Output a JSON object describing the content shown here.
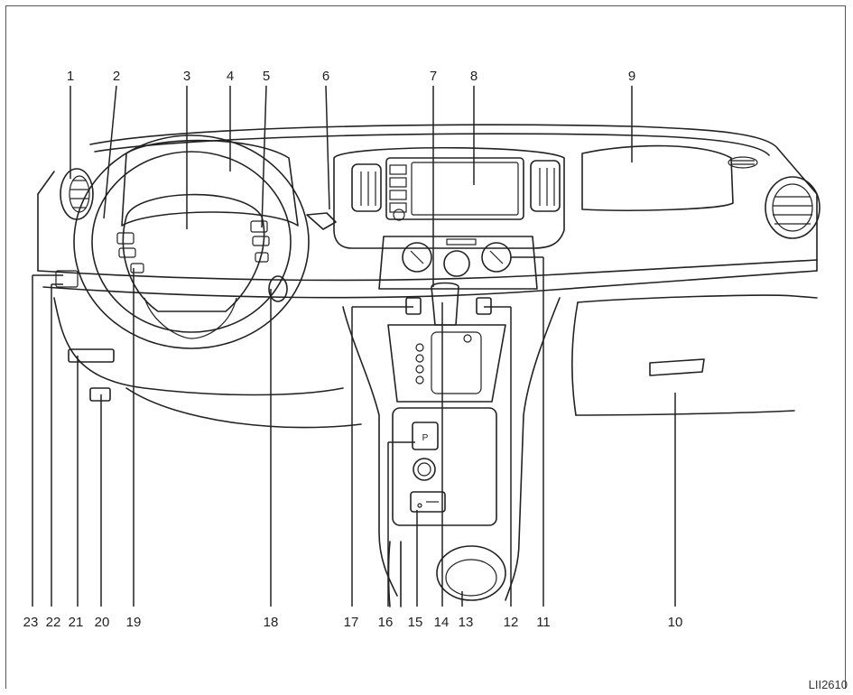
{
  "figure_code": "LII2610",
  "callouts": [
    {
      "n": "1"
    },
    {
      "n": "2"
    },
    {
      "n": "3"
    },
    {
      "n": "4"
    },
    {
      "n": "5"
    },
    {
      "n": "6"
    },
    {
      "n": "7"
    },
    {
      "n": "8"
    },
    {
      "n": "9"
    },
    {
      "n": "10"
    },
    {
      "n": "11"
    },
    {
      "n": "12"
    },
    {
      "n": "13"
    },
    {
      "n": "14"
    },
    {
      "n": "15"
    },
    {
      "n": "16"
    },
    {
      "n": "17"
    },
    {
      "n": "18"
    },
    {
      "n": "19"
    },
    {
      "n": "20"
    },
    {
      "n": "21"
    },
    {
      "n": "22"
    },
    {
      "n": "23"
    }
  ],
  "shift_button_label": "P"
}
